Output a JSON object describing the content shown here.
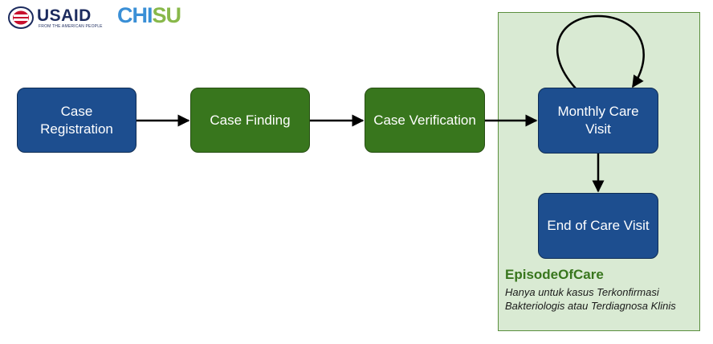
{
  "logo": {
    "usaid": "USAID",
    "chisu_prefix": "CHI",
    "chisu_suffix": "SU",
    "tagline": "FROM THE AMERICAN PEOPLE"
  },
  "nodes": {
    "case_registration": "Case Registration",
    "case_finding": "Case Finding",
    "case_verification": "Case Verification",
    "monthly_care_visit": "Monthly Care Visit",
    "end_of_care_visit": "End of Care Visit"
  },
  "episode": {
    "title": "EpisodeOfCare",
    "description": "Hanya untuk kasus Terkonfirmasi Bakteriologis atau Terdiagnosa Klinis"
  },
  "colors": {
    "blue_node": "#1d4e8f",
    "green_node": "#38761d",
    "episode_bg": "#d9ead3",
    "episode_title": "#38761d"
  }
}
